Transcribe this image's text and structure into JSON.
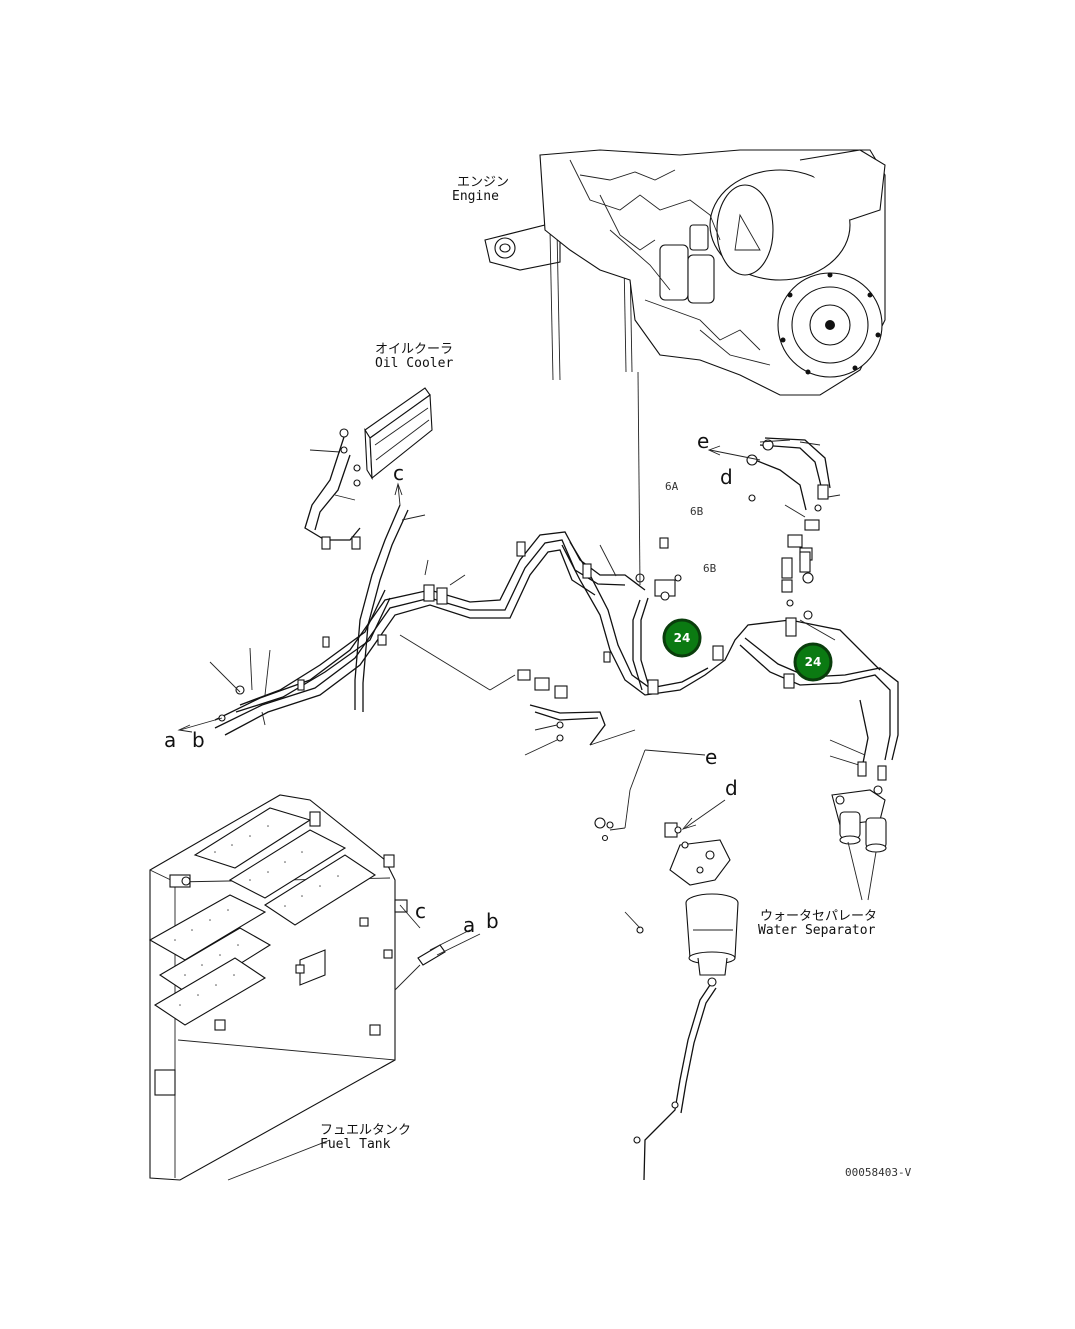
{
  "labels": {
    "engine_jp": "エンジン",
    "engine_en": "Engine",
    "oil_cooler_jp": "オイルクーラ",
    "oil_cooler_en": "Oil Cooler",
    "water_separator_jp": "ウォータセパレータ",
    "water_separator_en": "Water Separator",
    "fuel_tank_jp": "フュエルタンク",
    "fuel_tank_en": "Fuel Tank",
    "drawing_number": "00058403-V"
  },
  "connection_letters": {
    "a_left": "a",
    "b_left": "b",
    "c_top": "c",
    "d_top": "d",
    "e_top": "e",
    "e_mid": "e",
    "d_mid": "d",
    "c_bottom": "c",
    "a_bottom": "a",
    "b_bottom": "b"
  },
  "part_refs": {
    "r6a": "6A",
    "r6b1": "6B",
    "r6b2": "6B"
  },
  "callouts": [
    {
      "label": "24"
    },
    {
      "label": "24"
    }
  ],
  "colors": {
    "callout_fill": "#0b7a12",
    "callout_ring": "#0a3d0c",
    "line": "#111111"
  }
}
